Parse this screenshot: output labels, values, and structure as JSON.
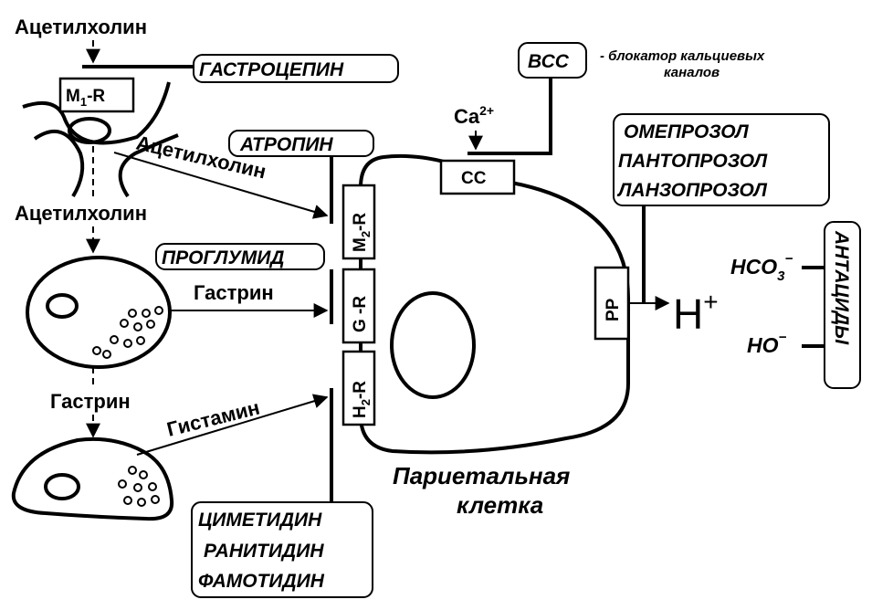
{
  "left": {
    "ach_top": "Ацетилхолин",
    "ach_mid": "Ацетилхолин",
    "ach_diag": "Ацетилхолин",
    "gastrin_side": "Гастрин",
    "gastrin_arrow": "Гастрин",
    "histamine": "Гистамин"
  },
  "receptors": {
    "m1_base": "M",
    "m1_sub": "1",
    "m1_suffix": "-R",
    "m2_base": "M",
    "m2_sub": "2",
    "m2_suffix": "-R",
    "g": "G -R",
    "h2_base": "H",
    "h2_sub": "2",
    "h2_suffix": "-R",
    "cc": "CC",
    "pp": "PP"
  },
  "drugs": {
    "gastrocepin": "ГАСТРОЦЕПИН",
    "atropine": "АТРОПИН",
    "proglumide": "ПРОГЛУМИД",
    "bcc": "ВСС",
    "bcc_note_1": "- блокатор кальциевых",
    "bcc_note_2": "каналов",
    "ppi": [
      "ОМЕПРОЗОЛ",
      "ПАНТОПРОЗОЛ",
      "ЛАНЗОПРОЗОЛ"
    ],
    "h2_blockers": [
      "ЦИМЕТИДИН",
      "РАНИТИДИН",
      "ФАМОТИДИН"
    ],
    "antacids": "АНТАЦИДЫ"
  },
  "ions": {
    "ca": "Ca",
    "ca_sup": "2+",
    "h": "H",
    "h_sup": "+",
    "hco3_base": "HCO",
    "hco3_sub": "3",
    "hco3_sup": "−",
    "ho_base": "HO",
    "ho_sup": "−"
  },
  "caption": {
    "line1": "Париетальная",
    "line2": "клетка"
  }
}
